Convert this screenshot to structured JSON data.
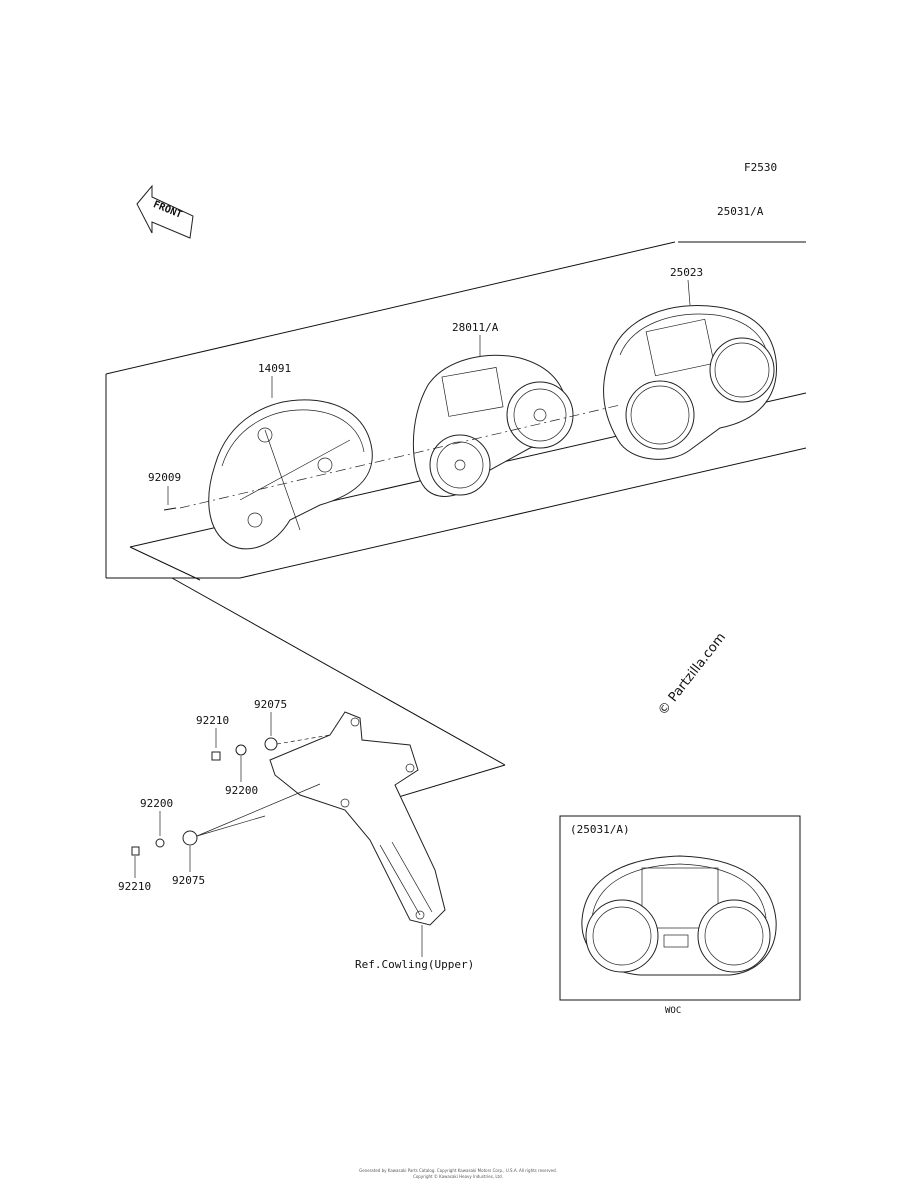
{
  "diagram": {
    "code": "F2530",
    "front_label": "FRONT",
    "callouts": {
      "p25031a_top": "25031/A",
      "p25023": "25023",
      "p28011a": "28011/A",
      "p14091": "14091",
      "p92009": "92009",
      "p92075_a": "92075",
      "p92210_a": "92210",
      "p92200_a": "92200",
      "p92200_b": "92200",
      "p92075_b": "92075",
      "p92210_b": "92210",
      "ref_cowling": "Ref.Cowling(Upper)"
    },
    "inset": {
      "label": "(25031/A)",
      "caption": "WOC"
    },
    "watermark": "© Partzilla.com",
    "footer": {
      "line1": "Generated by Kawasaki Parts Catalog. Copyright Kawasaki Motors Corp., U.S.A. All rights reserved.",
      "line2": "Copyright © Kawasaki Heavy Industries, Ltd."
    }
  }
}
